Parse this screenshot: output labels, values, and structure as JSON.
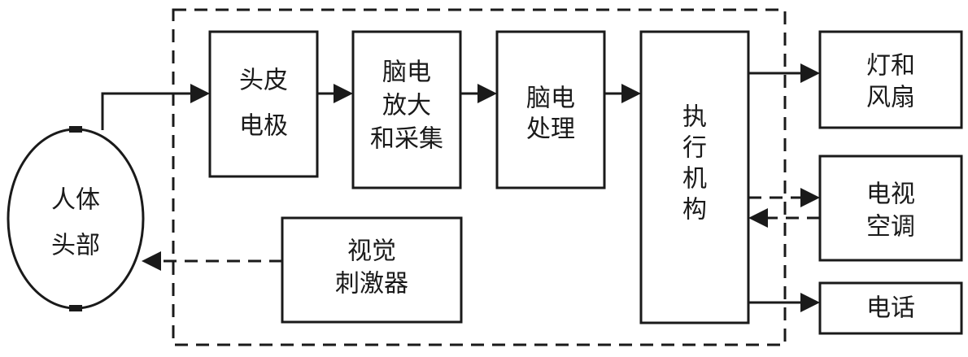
{
  "diagram": {
    "head": {
      "line1": "人体",
      "line2": "头部"
    },
    "electrode": {
      "line1": "头皮",
      "line2": "电极"
    },
    "amplifier": {
      "line1": "脑电",
      "line2": "放大",
      "line3": "和采集"
    },
    "processing": {
      "line1": "脑电",
      "line2": "处理"
    },
    "actuator": {
      "line1": "执",
      "line2": "行",
      "line3": "机",
      "line4": "构"
    },
    "stimulator": {
      "line1": "视觉",
      "line2": "刺激器"
    },
    "light_fan": {
      "line1": "灯和",
      "line2": "风扇"
    },
    "tv_ac": {
      "line1": "电视",
      "line2": "空调"
    },
    "phone": {
      "line1": "电话"
    }
  }
}
